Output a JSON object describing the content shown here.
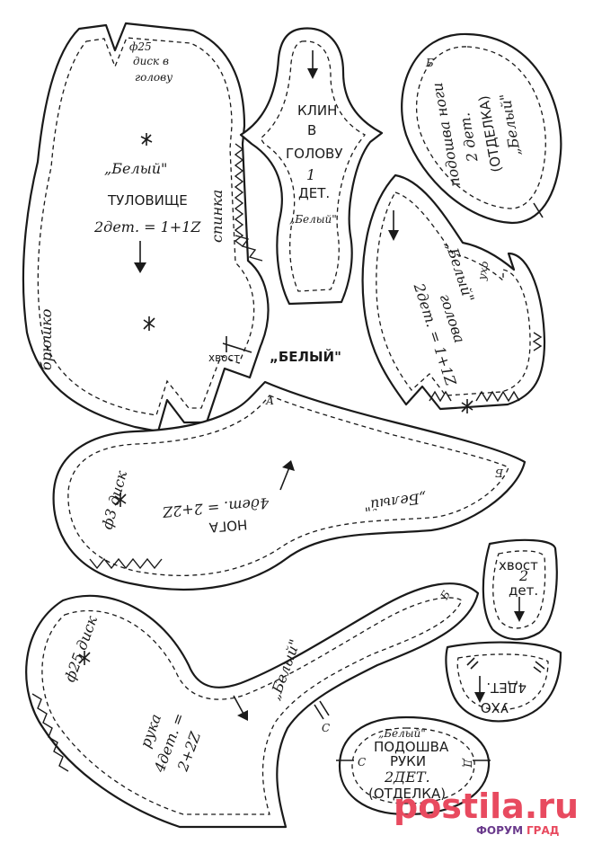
{
  "pieces": {
    "body": {
      "note_top": [
        "ф25",
        "диск в",
        "голову"
      ],
      "name": "„Белый\"",
      "title": "ТУЛОВИЩЕ",
      "count": "2дет. = 1+1Z",
      "back_label": "спинка",
      "belly_label": "брюшко",
      "tail_label": "хвост"
    },
    "head_gusset": {
      "title": [
        "КЛИН",
        "В",
        "ГОЛОВУ"
      ],
      "count": [
        "1",
        "ДЕТ."
      ],
      "name": "„Белый\""
    },
    "leg_sole": {
      "title": "подошва ноги",
      "count": "2 дет.",
      "trim": "(ОТДЕЛКА)",
      "name": "„Белый\"",
      "mark": "Б"
    },
    "head": {
      "name": "„Белый\"",
      "title": "голова",
      "count": "2дет. = 1+1Z",
      "ear_label": "ухо"
    },
    "center_label": "„БЕЛЫЙ\"",
    "leg": {
      "title": "НОГА",
      "count": "4дет. = 2+2Z",
      "name": "„Белый\"",
      "disk": "ф3 диск",
      "mark_a": "А",
      "mark_b": "Б"
    },
    "tail": {
      "title": "хвост",
      "count": [
        "2",
        "дет."
      ]
    },
    "ear": {
      "title": "УХО",
      "count": "4ДЕТ."
    },
    "arm": {
      "disk": "ф25 диск",
      "name": "„Белый\"",
      "title": "рука",
      "count": [
        "4дет. =",
        "2+2Z"
      ],
      "mark_c": "С",
      "mark_b": "Б"
    },
    "arm_sole": {
      "name": "„Белый\"",
      "title": [
        "ПОДОШВА",
        "РУКИ"
      ],
      "count": "2ДЕТ.",
      "trim": "(ОТДЕЛКА)",
      "mark_c": "С",
      "mark_d": "Д"
    }
  },
  "watermark": {
    "brand": "postila.ru",
    "sub_prefix": "ФОРУМ",
    "sub_suffix": "ГРАД"
  },
  "colors": {
    "line": "#1a1a1a",
    "watermark_a": "#e84a5f",
    "watermark_b": "#6a3a8c"
  }
}
